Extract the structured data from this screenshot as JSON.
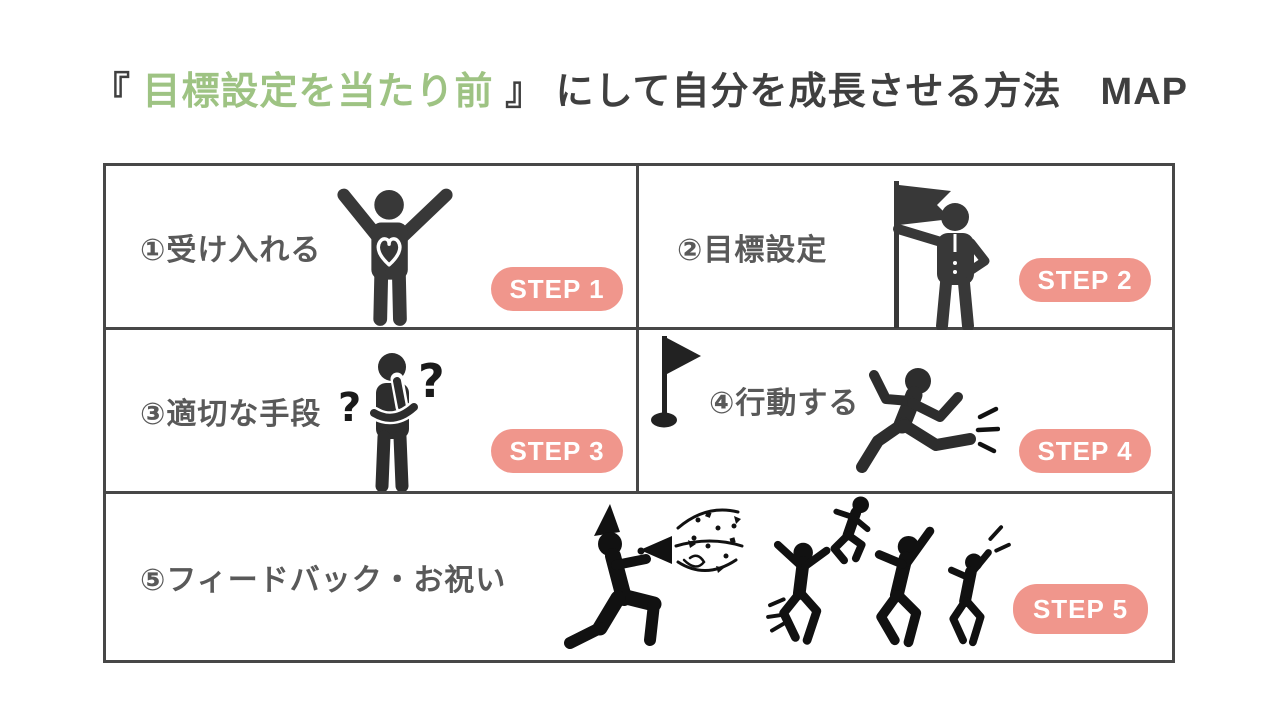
{
  "page": {
    "background": "#ffffff"
  },
  "title": {
    "bracket_open": "『 ",
    "highlight": "目標設定を当たり前",
    "bracket_close": " 』",
    "rest": " にして自分を成長させる方法　MAP",
    "highlight_color": "#9ec383",
    "text_color": "#3f3f3f"
  },
  "map": {
    "border_color": "#474747",
    "badge_color": "#f0968c",
    "badge_text_color": "#ffffff",
    "label_color": "#595959",
    "icon_color": "#383838",
    "steps": [
      {
        "label": "①受け入れる",
        "badge": "STEP 1",
        "icon": "person-open-arms-with-heart"
      },
      {
        "label": "②目標設定",
        "badge": "STEP 2",
        "icon": "businessman-holding-flag"
      },
      {
        "label": "③適切な手段",
        "badge": "STEP 3",
        "icon": "thinking-person-with-question-marks"
      },
      {
        "label": "④行動する",
        "badge": "STEP 4",
        "icon": "goal-flag-and-running-person"
      },
      {
        "label": "⑤フィードバック・お祝い",
        "badge": "STEP 5",
        "icon": "party-horn-confetti-and-jumping-people"
      }
    ]
  }
}
